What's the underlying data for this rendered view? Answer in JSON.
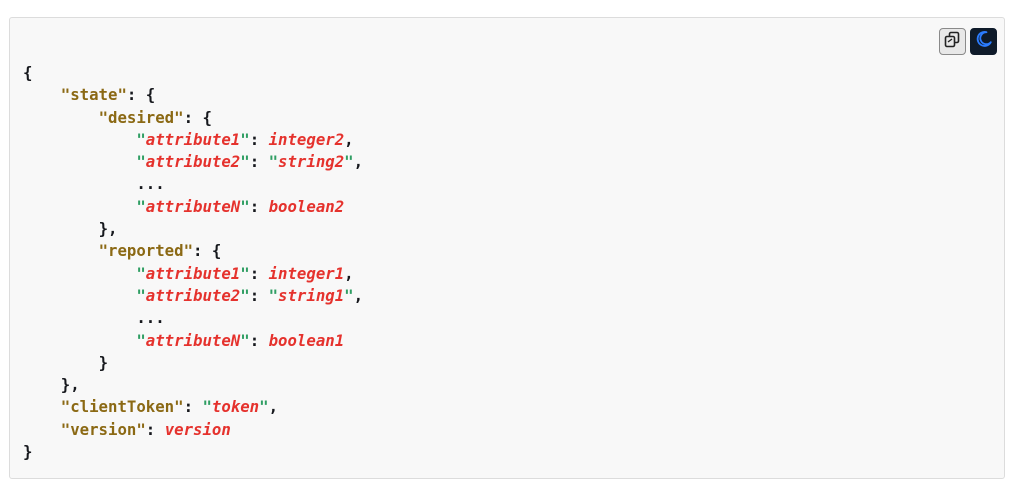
{
  "toolbar": {
    "copy_icon": "copy-icon",
    "theme_icon": "moon-icon",
    "theme_color": "#0f1b2a",
    "accent_color": "#2b7cff"
  },
  "code": {
    "key_color": "#8b6914",
    "value_color": "#e5322d",
    "quote_color": "#2f9e63",
    "keys": {
      "state": "\"state\"",
      "desired": "\"desired\"",
      "reported": "\"reported\"",
      "clientToken": "\"clientToken\"",
      "version": "\"version\""
    },
    "desired": [
      {
        "key": "attribute1",
        "value": "integer2",
        "quoted": false
      },
      {
        "key": "attribute2",
        "value": "string2",
        "quoted": true
      },
      {
        "ellipsis": "..."
      },
      {
        "key": "attributeN",
        "value": "boolean2",
        "quoted": false
      }
    ],
    "reported": [
      {
        "key": "attribute1",
        "value": "integer1",
        "quoted": false
      },
      {
        "key": "attribute2",
        "value": "string1",
        "quoted": true
      },
      {
        "ellipsis": "..."
      },
      {
        "key": "attributeN",
        "value": "boolean1",
        "quoted": false
      }
    ],
    "clientToken_value": "token",
    "version_value": "version"
  }
}
